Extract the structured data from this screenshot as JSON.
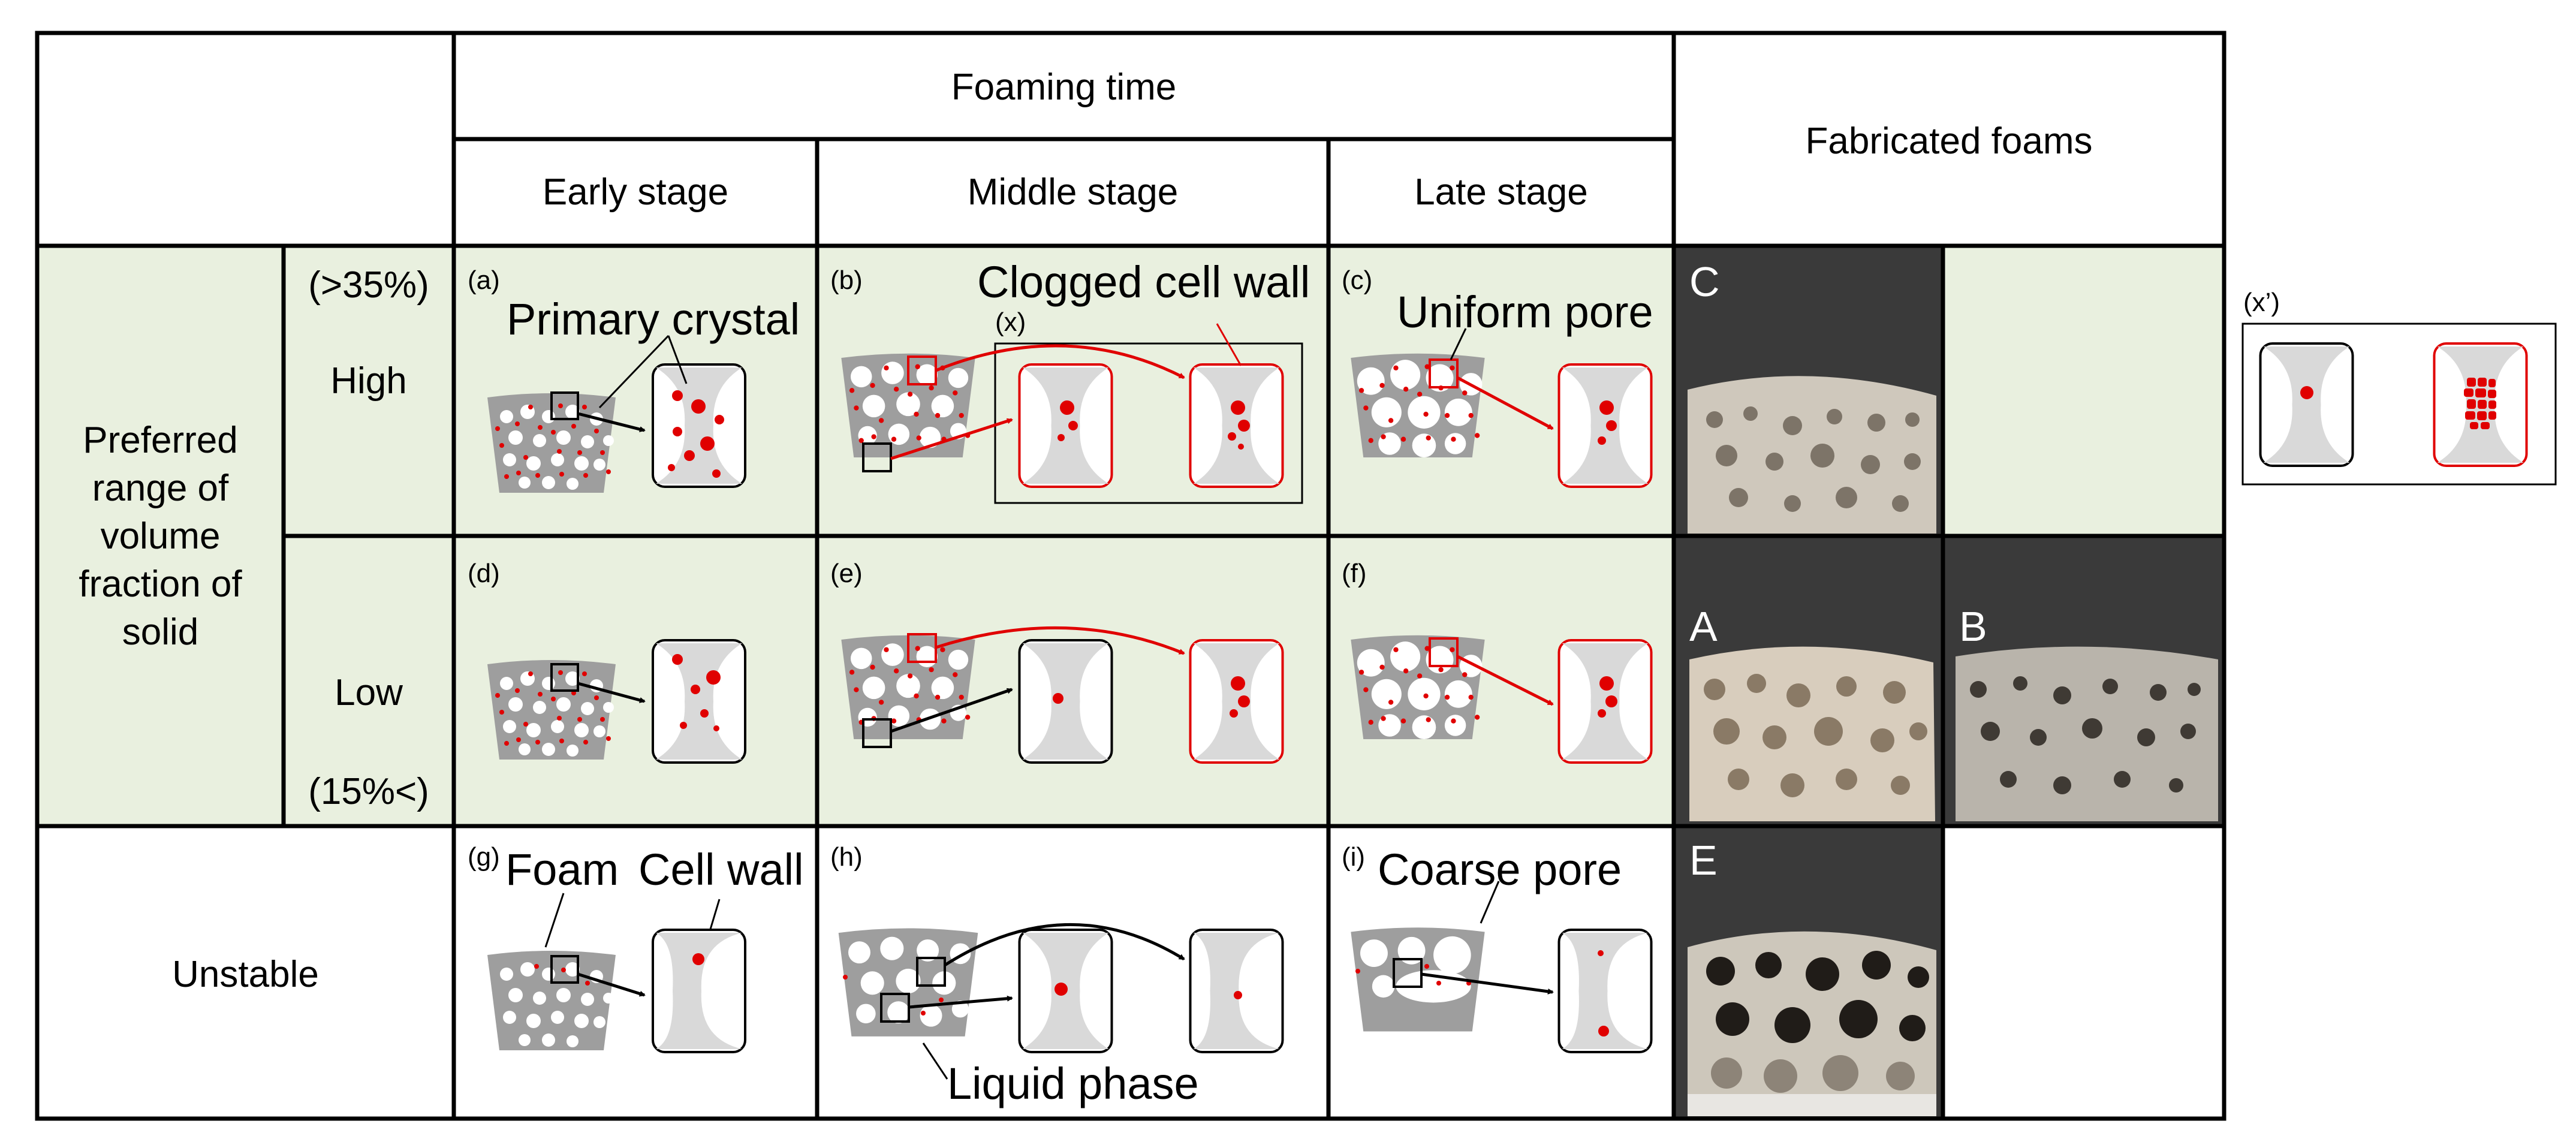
{
  "table": {
    "header": {
      "foaming_time": "Foaming time",
      "fabricated_foams": "Fabricated foams",
      "early_stage": "Early stage",
      "middle_stage": "Middle stage",
      "late_stage": "Late stage"
    },
    "rows": {
      "preferred_label_lines": [
        "Preferred",
        "range of",
        "volume",
        "fraction of",
        "solid"
      ],
      "high": {
        "percent": "(>35%)",
        "label": "High"
      },
      "low": {
        "label": "Low",
        "percent": "(15%<)"
      },
      "unstable": "Unstable"
    }
  },
  "panels": {
    "a": {
      "tag": "(a)",
      "annotation": "Primary crystal"
    },
    "b": {
      "tag": "(b)",
      "annotation": "Clogged cell wall",
      "inset_tag": "(x)"
    },
    "c": {
      "tag": "(c)",
      "annotation": "Uniform pore"
    },
    "d": {
      "tag": "(d)"
    },
    "e": {
      "tag": "(e)"
    },
    "f": {
      "tag": "(f)"
    },
    "g": {
      "tag": "(g)",
      "annotation_1": "Foam",
      "annotation_2": "Cell wall"
    },
    "h": {
      "tag": "(h)",
      "annotation": "Liquid phase"
    },
    "i": {
      "tag": "(i)",
      "annotation": "Coarse pore"
    }
  },
  "photos": {
    "C": "C",
    "A": "A",
    "B": "B",
    "E": "E"
  },
  "side_inset": {
    "tag": "(x’)"
  },
  "colors": {
    "preferred_bg": "#e9f0df",
    "grid_line": "#000000",
    "foam_gray": "#9e9e9e",
    "cell_gray": "#d9d9d9",
    "crystal_red": "#e00000",
    "photo_bg": "#3a3a3a"
  }
}
